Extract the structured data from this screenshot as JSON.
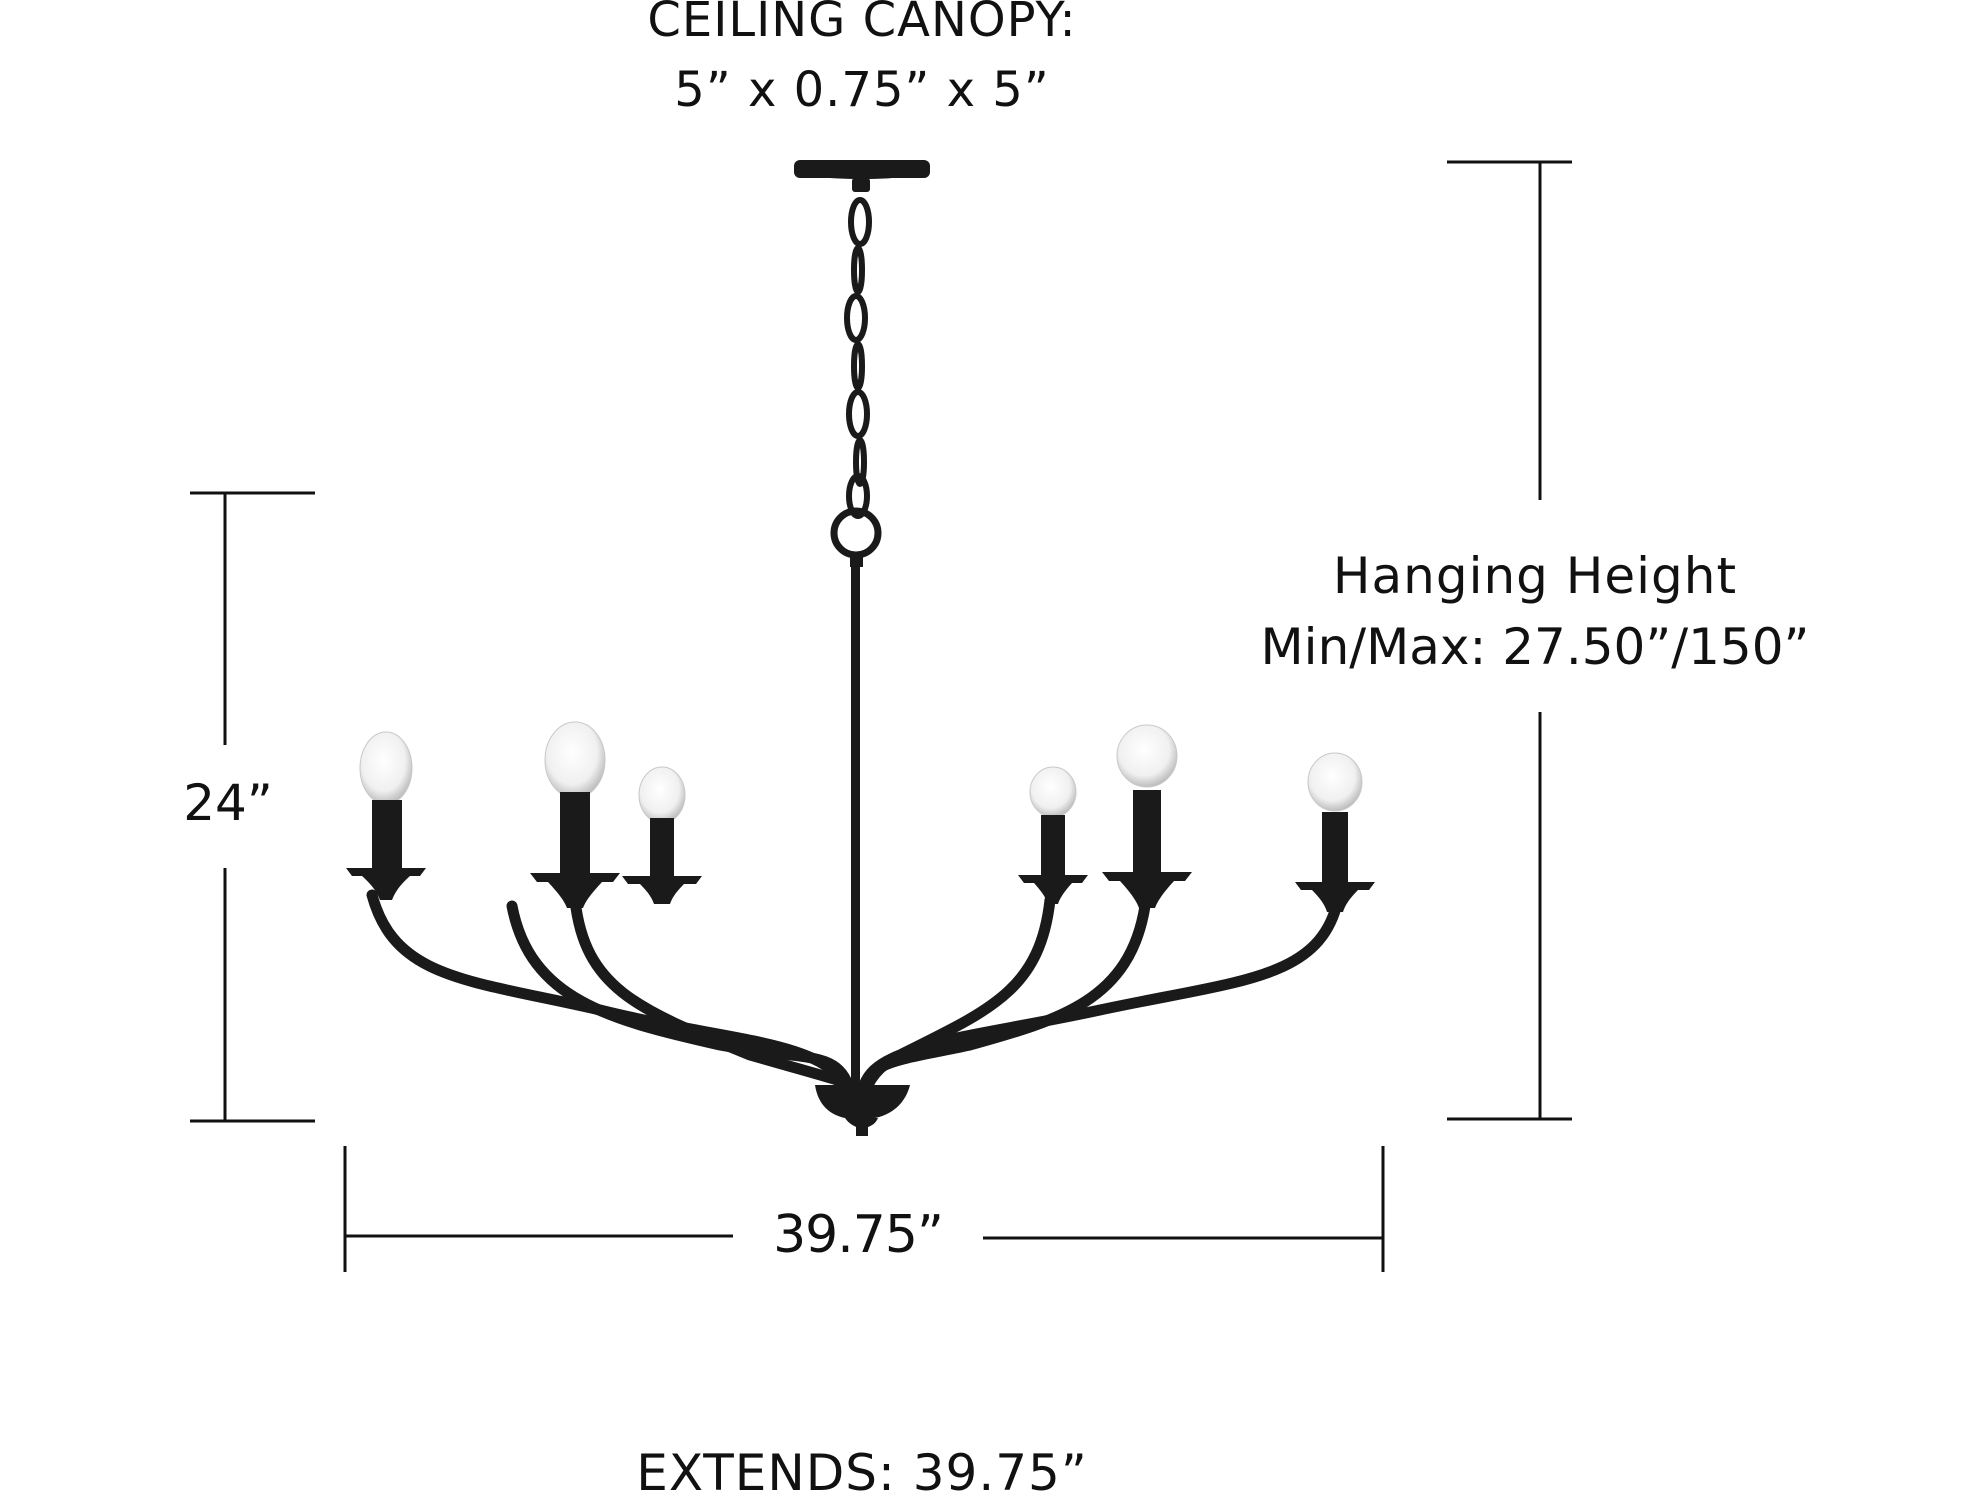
{
  "diagram": {
    "type": "product-dimension-drawing",
    "subject": "6-light black chandelier",
    "colors": {
      "background": "#ffffff",
      "ink": "#111111",
      "metal": "#1a1a1a",
      "bulb": "#f2f2f2"
    }
  },
  "labels": {
    "canopy_title": "CEILING CANOPY:",
    "canopy_size": "5” x 0.75” x 5”",
    "body_height": "24”",
    "hanging_height_title": "Hanging Height",
    "hanging_height_value": "Min/Max: 27.50”/150”",
    "width": "39.75”",
    "extends": "EXTENDS: 39.75”"
  },
  "fixture": {
    "lights": 6,
    "finish": "matte black",
    "bulbs": [
      "left-outer",
      "left-middle",
      "left-inner",
      "right-inner",
      "right-middle",
      "right-outer"
    ]
  }
}
